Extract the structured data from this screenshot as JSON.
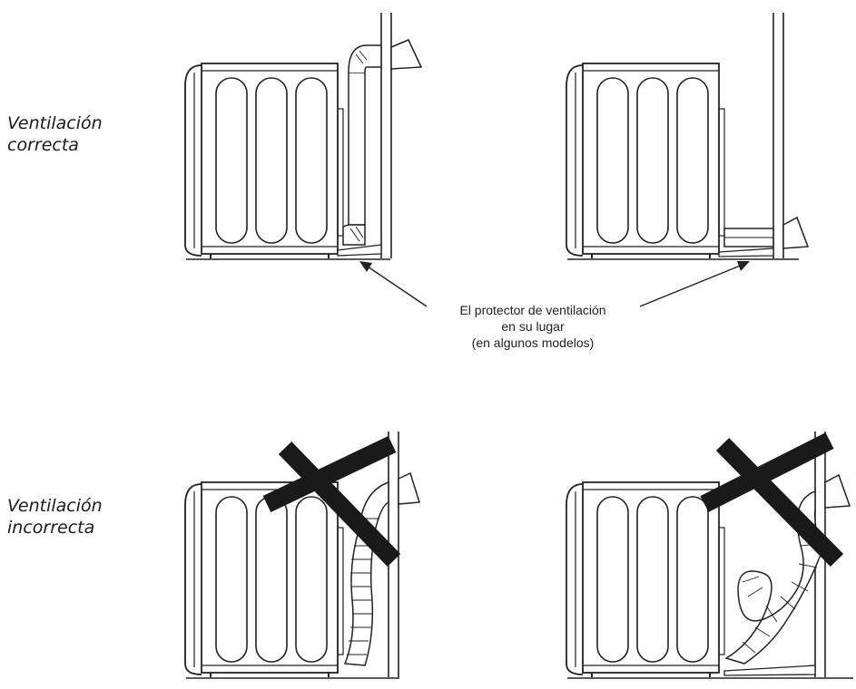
{
  "rows": {
    "correct": {
      "line1": "Ventilación",
      "line2": "correcta"
    },
    "incorrect": {
      "line1": "Ventilación",
      "line2": "incorrecta"
    }
  },
  "callout": {
    "line1": "El protector de ventilación",
    "line2": "en su lugar",
    "line3": "(en algunos modelos)"
  },
  "colors": {
    "line": "#222222",
    "cross": "#1a1a1a"
  },
  "icons": [
    "cross-mark-icon",
    "arrow-icon"
  ]
}
